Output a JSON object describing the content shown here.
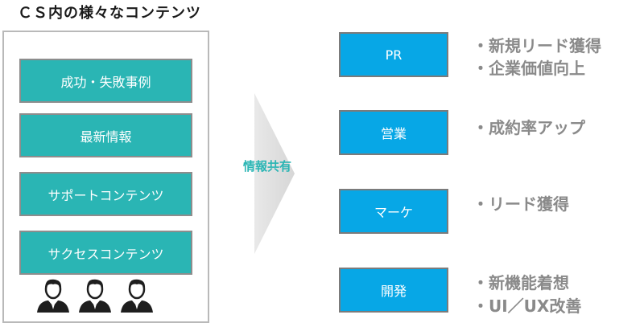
{
  "left": {
    "title": "ＣＳ内の様々なコンテンツ",
    "items": [
      {
        "label": "成功・失敗事例"
      },
      {
        "label": "最新情報"
      },
      {
        "label": "サポートコンテンツ"
      },
      {
        "label": "サクセスコンテンツ"
      }
    ]
  },
  "arrow": {
    "label": "情報共有"
  },
  "right": [
    {
      "label": "PR",
      "bullets": [
        "・新規リード獲得",
        "・企業価値向上"
      ]
    },
    {
      "label": "営業",
      "bullets": [
        "・成約率アップ"
      ]
    },
    {
      "label": "マーケ",
      "bullets": [
        "・リード獲得"
      ]
    },
    {
      "label": "開発",
      "bullets": [
        "・新機能着想",
        "・UI／UX改善"
      ]
    }
  ],
  "colors": {
    "teal": "#2ab5b4",
    "blue": "#07a7e6",
    "bullet_text": "#8a8a8a",
    "person": "#1e1e1e"
  },
  "icons": [
    "person-icon",
    "person-icon",
    "person-icon"
  ]
}
